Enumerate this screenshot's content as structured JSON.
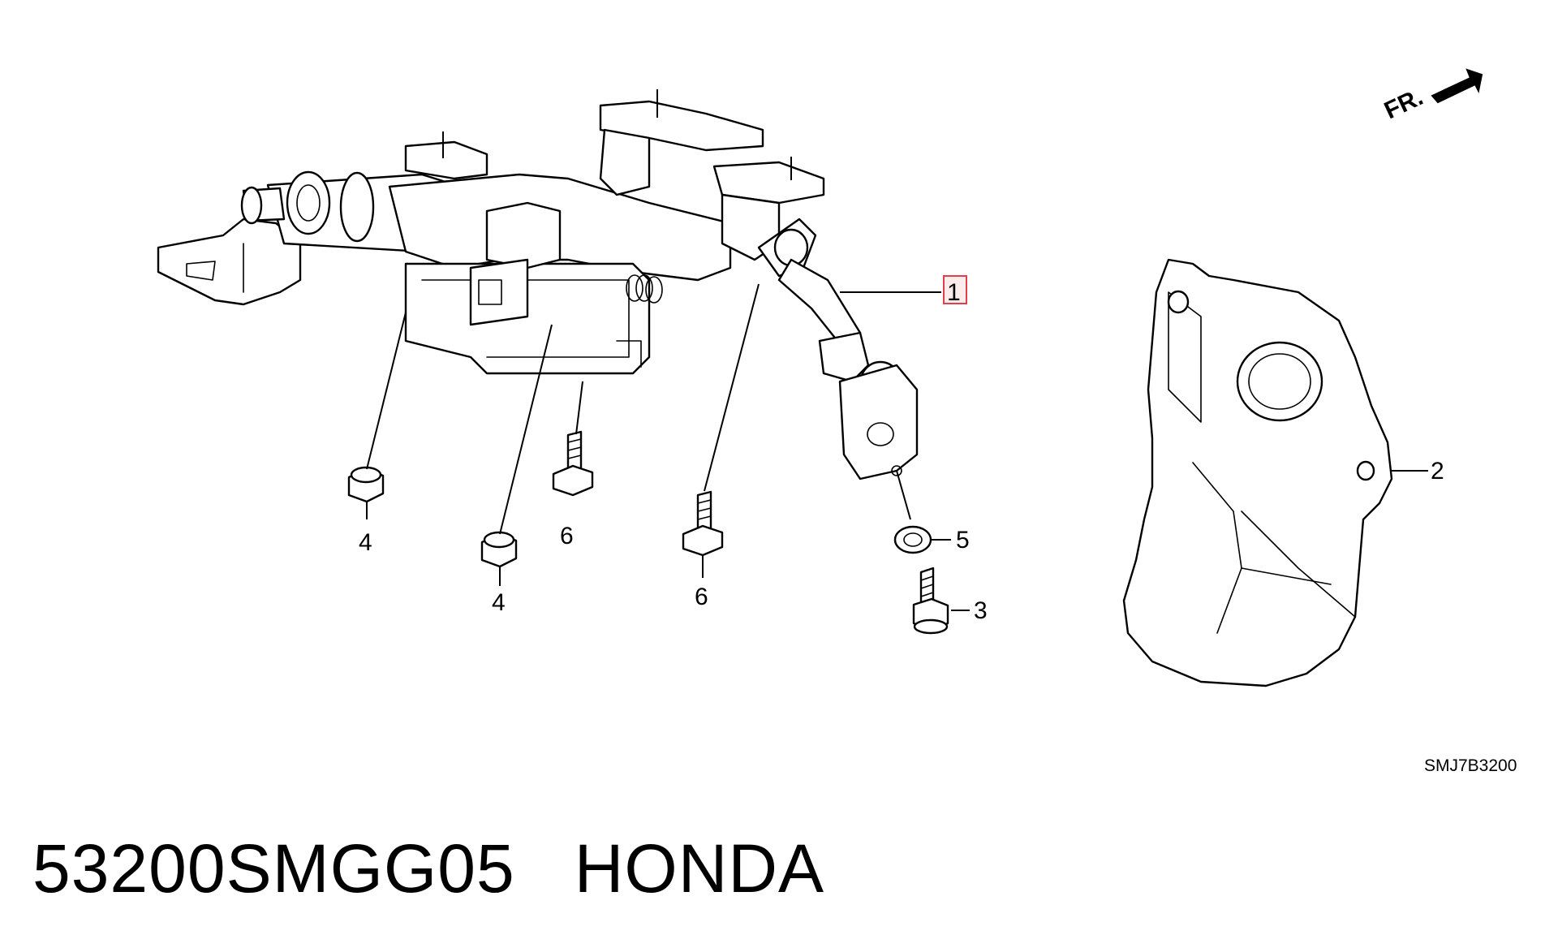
{
  "diagram": {
    "direction_label": "FR.",
    "diagram_code": "SMJ7B3200",
    "selected_callout": "1",
    "callouts": [
      {
        "id": "c1",
        "label": "1"
      },
      {
        "id": "c2",
        "label": "2"
      },
      {
        "id": "c3",
        "label": "3"
      },
      {
        "id": "c4a",
        "label": "4"
      },
      {
        "id": "c4b",
        "label": "4"
      },
      {
        "id": "c5",
        "label": "5"
      },
      {
        "id": "c6a",
        "label": "6"
      },
      {
        "id": "c6b",
        "label": "6"
      }
    ],
    "highlight_color": "#e0404a"
  },
  "caption": {
    "part_number": "53200SMGG05",
    "brand": "HONDA",
    "separator": "   "
  }
}
